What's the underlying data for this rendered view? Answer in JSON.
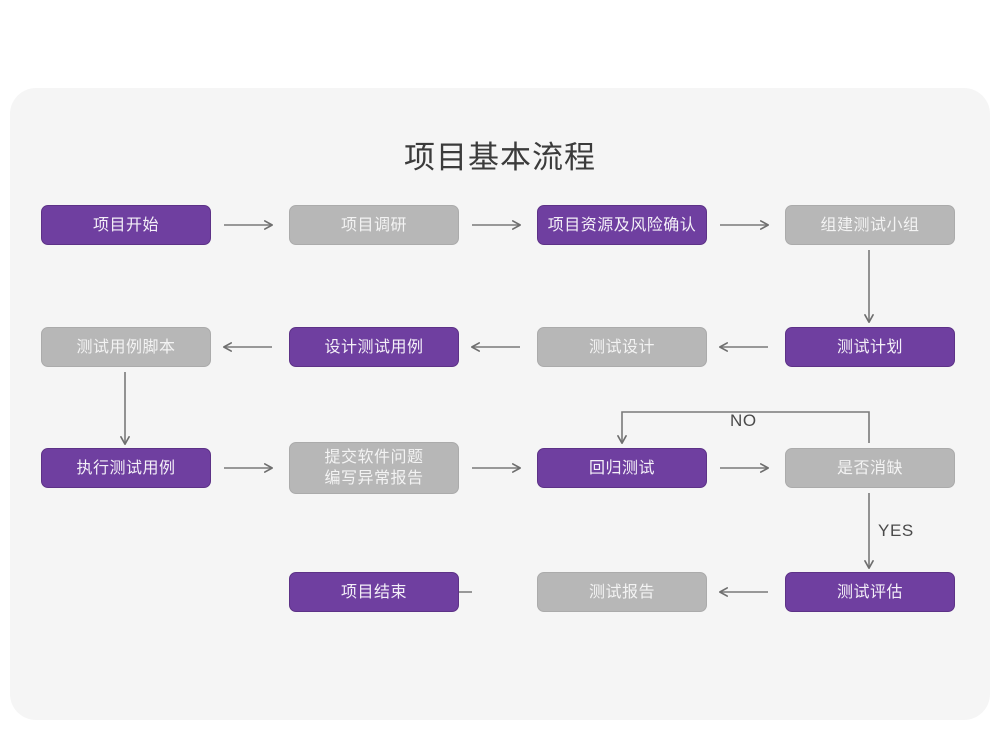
{
  "page": {
    "title": "项目基本流程",
    "background_color": "#ffffff",
    "card_color": "#f5f5f5"
  },
  "palette": {
    "purple_fill": "#6f3fa0",
    "purple_border": "#5d3287",
    "gray_fill": "#b7b7b7",
    "gray_border": "#ababab",
    "node_text": "#f3f3f3",
    "title_text": "#3b3b3b",
    "connector": "#7a7a7a",
    "label_text": "#4a4a4a"
  },
  "chart_data": {
    "type": "diagram",
    "title": "项目基本流程",
    "nodes": [
      {
        "id": "n01",
        "label": "项目开始",
        "style": "purple",
        "row": 1,
        "col": 1
      },
      {
        "id": "n02",
        "label": "项目调研",
        "style": "gray",
        "row": 1,
        "col": 2
      },
      {
        "id": "n03",
        "label": "项目资源及风险确认",
        "style": "purple",
        "row": 1,
        "col": 3
      },
      {
        "id": "n04",
        "label": "组建测试小组",
        "style": "gray",
        "row": 1,
        "col": 4
      },
      {
        "id": "n05",
        "label": "测试用例脚本",
        "style": "gray",
        "row": 2,
        "col": 1
      },
      {
        "id": "n06",
        "label": "设计测试用例",
        "style": "purple",
        "row": 2,
        "col": 2
      },
      {
        "id": "n07",
        "label": "测试设计",
        "style": "gray",
        "row": 2,
        "col": 3
      },
      {
        "id": "n08",
        "label": "测试计划",
        "style": "purple",
        "row": 2,
        "col": 4
      },
      {
        "id": "n09",
        "label": "执行测试用例",
        "style": "purple",
        "row": 3,
        "col": 1
      },
      {
        "id": "n10",
        "label": "提交软件问题\n编写异常报告",
        "style": "gray",
        "row": 3,
        "col": 2
      },
      {
        "id": "n11",
        "label": "回归测试",
        "style": "purple",
        "row": 3,
        "col": 3
      },
      {
        "id": "n12",
        "label": "是否消缺",
        "style": "gray",
        "row": 3,
        "col": 4
      },
      {
        "id": "n13",
        "label": "项目结束",
        "style": "purple",
        "row": 4,
        "col": 2
      },
      {
        "id": "n14",
        "label": "测试报告",
        "style": "gray",
        "row": 4,
        "col": 3
      },
      {
        "id": "n15",
        "label": "测试评估",
        "style": "purple",
        "row": 4,
        "col": 4
      }
    ],
    "edges": [
      {
        "from": "n01",
        "to": "n02",
        "dir": "right",
        "label": ""
      },
      {
        "from": "n02",
        "to": "n03",
        "dir": "right",
        "label": ""
      },
      {
        "from": "n03",
        "to": "n04",
        "dir": "right",
        "label": ""
      },
      {
        "from": "n04",
        "to": "n08",
        "dir": "down",
        "label": ""
      },
      {
        "from": "n08",
        "to": "n07",
        "dir": "left",
        "label": ""
      },
      {
        "from": "n07",
        "to": "n06",
        "dir": "left",
        "label": ""
      },
      {
        "from": "n06",
        "to": "n05",
        "dir": "left",
        "label": ""
      },
      {
        "from": "n05",
        "to": "n09",
        "dir": "down",
        "label": ""
      },
      {
        "from": "n09",
        "to": "n10",
        "dir": "right",
        "label": ""
      },
      {
        "from": "n10",
        "to": "n11",
        "dir": "right",
        "label": ""
      },
      {
        "from": "n11",
        "to": "n12",
        "dir": "right",
        "label": ""
      },
      {
        "from": "n12",
        "to": "n11",
        "dir": "loop-up-left",
        "label": "NO"
      },
      {
        "from": "n12",
        "to": "n15",
        "dir": "down",
        "label": "YES"
      },
      {
        "from": "n15",
        "to": "n14",
        "dir": "left",
        "label": ""
      },
      {
        "from": "n14",
        "to": "n13",
        "dir": "left",
        "label": ""
      }
    ],
    "edge_labels": {
      "no": "NO",
      "yes": "YES"
    }
  }
}
